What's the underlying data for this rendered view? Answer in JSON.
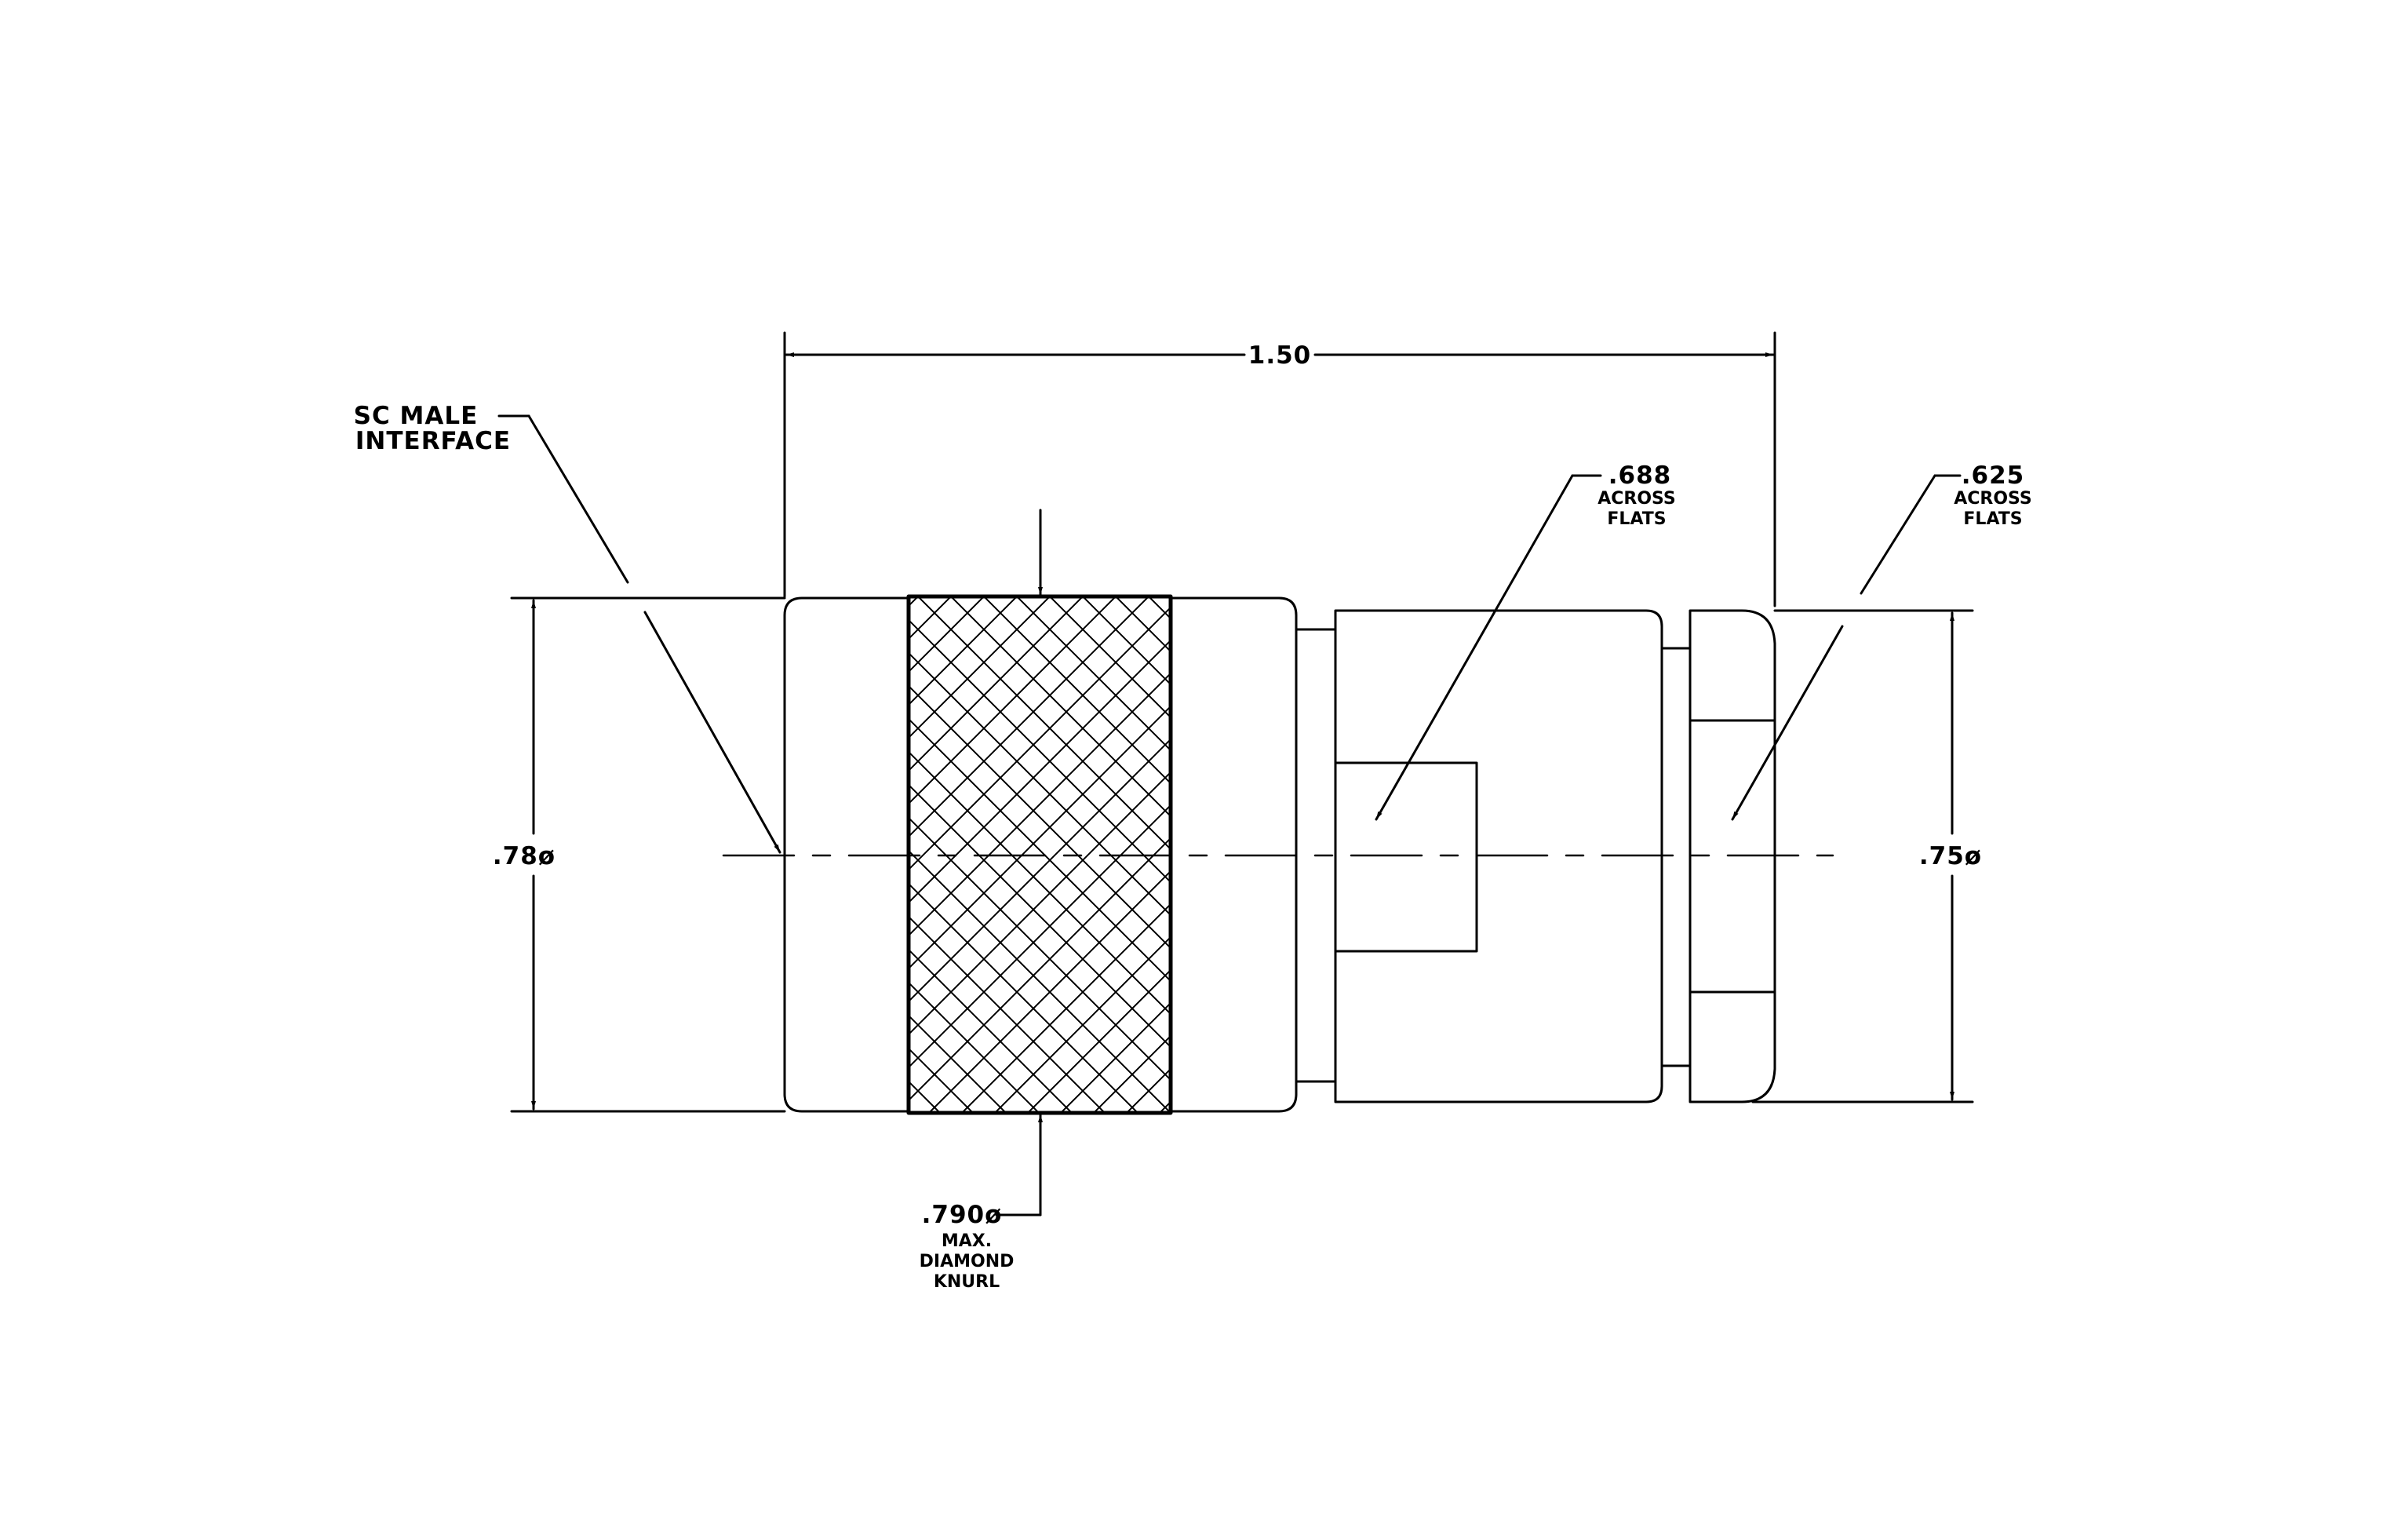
{
  "drawing": {
    "colors": {
      "line": "#000000",
      "background": "#ffffff"
    },
    "dimensions": {
      "overall_length": ".1.50",
      "body_diameter": ".78ø",
      "rear_diameter": ".75ø"
    },
    "callouts": {
      "interface": {
        "line1": "SC MALE",
        "line2": "INTERFACE"
      },
      "hex_688": {
        "value": ".688",
        "line2": "ACROSS",
        "line3": "FLATS"
      },
      "hex_625": {
        "value": ".625",
        "line2": "ACROSS",
        "line3": "FLATS"
      },
      "knurl": {
        "value": ".790ø",
        "line2": "MAX.",
        "line3": "DIAMOND",
        "line4": "KNURL"
      }
    }
  }
}
